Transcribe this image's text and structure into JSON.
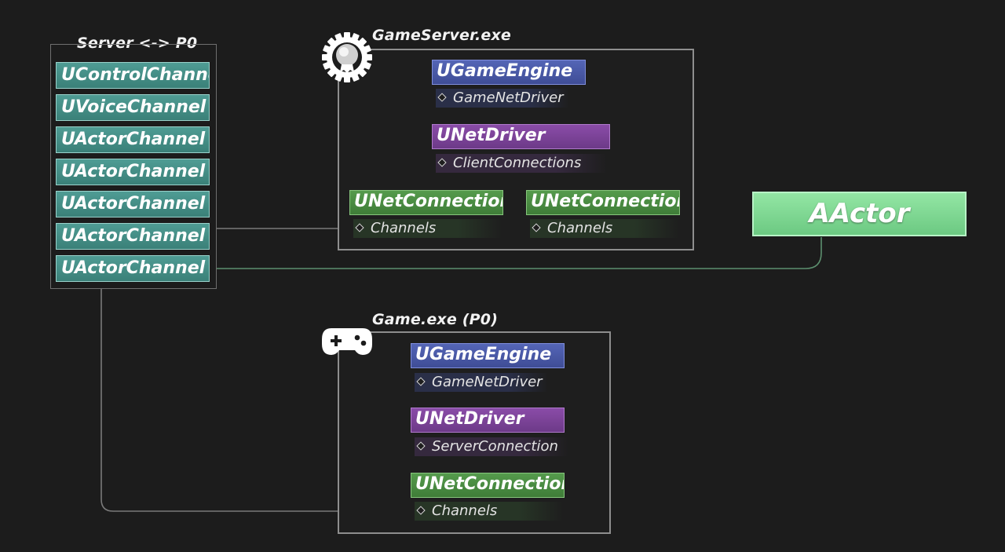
{
  "server_panel": {
    "title": "Server <-> P0",
    "channels": [
      "UControlChannel",
      "UVoiceChannel",
      "UActorChannel",
      "UActorChannel",
      "UActorChannel",
      "UActorChannel",
      "UActorChannel"
    ]
  },
  "gameserver": {
    "title": "GameServer.exe",
    "icon": "server-badge-icon",
    "engine": "UGameEngine",
    "engine_prop": "GameNetDriver",
    "driver": "UNetDriver",
    "driver_prop": "ClientConnections",
    "connections": [
      {
        "name": "UNetConnection",
        "prop": "Channels"
      },
      {
        "name": "UNetConnection",
        "prop": "Channels"
      }
    ]
  },
  "game": {
    "title": "Game.exe (P0)",
    "icon": "gamepad-icon",
    "engine": "UGameEngine",
    "engine_prop": "GameNetDriver",
    "driver": "UNetDriver",
    "driver_prop": "ServerConnection",
    "connection": "UNetConnection",
    "connection_prop": "Channels"
  },
  "actor": {
    "label": "AActor"
  },
  "colors": {
    "background": "#1c1c1c",
    "channel": "#3f8a82",
    "engine": "#4b5aa8",
    "driver": "#7b449a",
    "connection": "#4b8c43",
    "actor": "#7fd893"
  }
}
